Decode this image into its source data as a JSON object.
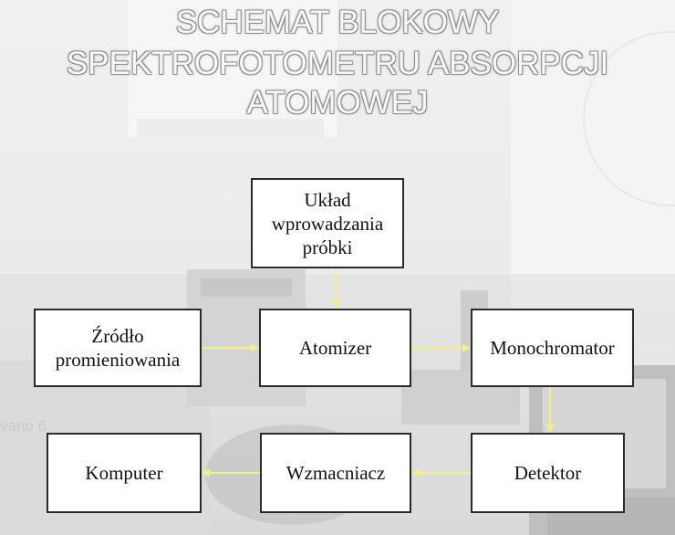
{
  "title": {
    "line1": "SCHEMAT BLOKOWY",
    "line2": "SPEKTROFOTOMETRU ABSORPCJI",
    "line3": "ATOMOWEJ"
  },
  "blocks": {
    "sample_intro": {
      "lines": [
        "Układ",
        "wprowadzania",
        "próbki"
      ]
    },
    "source": {
      "lines": [
        "Źródło",
        "promieniowania"
      ]
    },
    "atomizer": {
      "label": "Atomizer"
    },
    "monochromator": {
      "label": "Monochromator"
    },
    "detector": {
      "label": "Detektor"
    },
    "amplifier": {
      "label": "Wzmacniacz"
    },
    "computer": {
      "label": "Komputer"
    }
  },
  "background_text": {
    "instrument_label": "vario 6"
  },
  "colors": {
    "arrow": "#f2f08a",
    "box_border": "#2b2b2b",
    "box_fill": "#ffffff",
    "title_text": "#f7f7f7"
  }
}
